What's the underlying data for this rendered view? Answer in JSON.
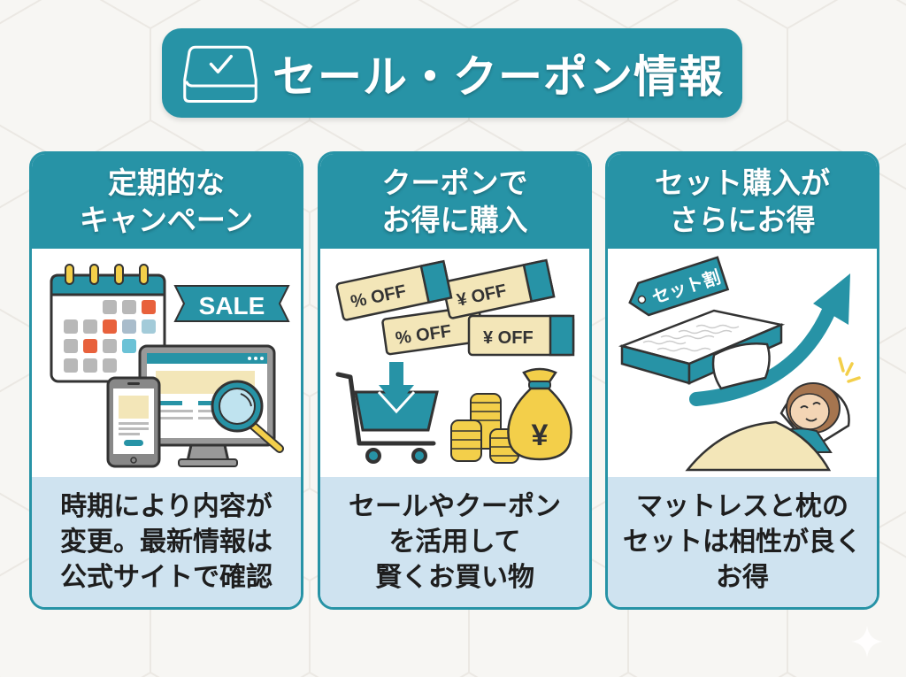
{
  "header": {
    "icon": "mattress-check-icon",
    "title": "セール・クーポン情報"
  },
  "colors": {
    "primary": "#2793a6",
    "footer_bg": "#cfe3f0",
    "background": "#f7f6f3",
    "accent_orange": "#e8613c",
    "accent_yellow": "#f3cf4a",
    "cream": "#f3e6b8"
  },
  "cards": [
    {
      "title_lines": [
        "定期的な",
        "キャンペーン"
      ],
      "illustration": {
        "icons": [
          "calendar-icon",
          "sale-banner-icon",
          "desktop-monitor-icon",
          "smartphone-icon",
          "magnifier-icon"
        ],
        "sale_label": "SALE"
      },
      "body_lines": [
        "時期により内容が",
        "変更。最新情報は",
        "公式サイトで確認"
      ]
    },
    {
      "title_lines": [
        "クーポンで",
        "お得に購入"
      ],
      "illustration": {
        "icons": [
          "coupon-ticket-icon",
          "shopping-cart-icon",
          "coin-stack-icon",
          "money-bag-icon"
        ],
        "coupons": [
          "% OFF",
          "% OFF",
          "¥ OFF",
          "¥ OFF"
        ],
        "money_bag_symbol": "¥"
      },
      "body_lines": [
        "セールやクーポン",
        "を活用して",
        "賢くお買い物"
      ]
    },
    {
      "title_lines": [
        "セット購入が",
        "さらにお得"
      ],
      "illustration": {
        "icons": [
          "price-tag-icon",
          "mattress-icon",
          "pillow-icon",
          "up-arrow-icon",
          "sleeping-woman-icon"
        ],
        "tag_label": "セット割"
      },
      "body_lines": [
        "マットレスと枕の",
        "セットは相性が良く",
        "お得"
      ]
    }
  ]
}
